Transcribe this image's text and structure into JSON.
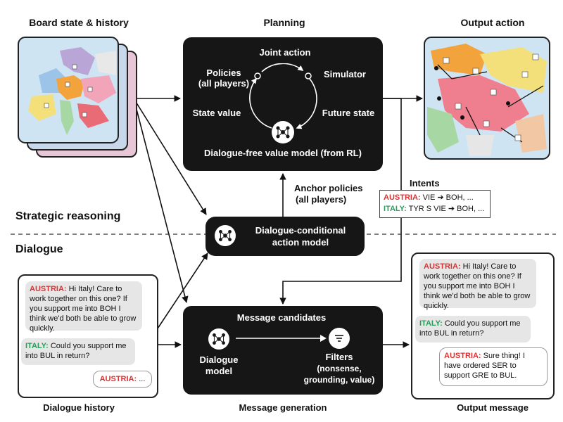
{
  "headers": {
    "board": "Board state & history",
    "planning": "Planning",
    "output_action": "Output action"
  },
  "sections": {
    "strategic": "Strategic reasoning",
    "dialogue": "Dialogue"
  },
  "planning": {
    "joint_action": "Joint action",
    "policies": "Policies",
    "policies_sub": "(all players)",
    "simulator": "Simulator",
    "state_value": "State value",
    "future_state": "Future state",
    "value_model": "Dialogue-free value model (from RL)"
  },
  "anchor": {
    "line1": "Anchor policies",
    "line2": "(all players)"
  },
  "action_model": {
    "line1": "Dialogue-conditional",
    "line2": "action model"
  },
  "intents": {
    "title": "Intents",
    "austria_label": "AUSTRIA:",
    "austria_text": " VIE ➔ BOH, ...",
    "italy_label": "ITALY:",
    "italy_text": " TYR S VIE ➔ BOH, ..."
  },
  "message_gen": {
    "candidates": "Message candidates",
    "dialogue_model_1": "Dialogue",
    "dialogue_model_2": "model",
    "filters": "Filters",
    "filters_sub1": "(nonsense,",
    "filters_sub2": "grounding, value)"
  },
  "dialogue_history": {
    "austria_label": "AUSTRIA:",
    "austria_text": " Hi Italy! Care to work together on this one? If you support me into BOH I think we'd both be able to grow quickly.",
    "italy_label": "ITALY:",
    "italy_text": " Could you support me into BUL in return?",
    "austria2_label": "AUSTRIA:",
    "austria2_text": " ..."
  },
  "output_message": {
    "austria_label": "AUSTRIA:",
    "austria_text": " Hi Italy! Care to work together on this one? If you support me into BOH I think we'd both be able to grow quickly.",
    "italy_label": "ITALY:",
    "italy_text": " Could you support me into BUL in return?",
    "austria2_label": "AUSTRIA:",
    "austria2_text": " Sure thing! I have ordered SER to support GRE to BUL."
  },
  "captions": {
    "dialogue_history": "Dialogue history",
    "message_generation": "Message generation",
    "output_message": "Output message"
  },
  "colors": {
    "box": "#161616",
    "austria": "#e03030",
    "italy": "#2a9d5a"
  }
}
